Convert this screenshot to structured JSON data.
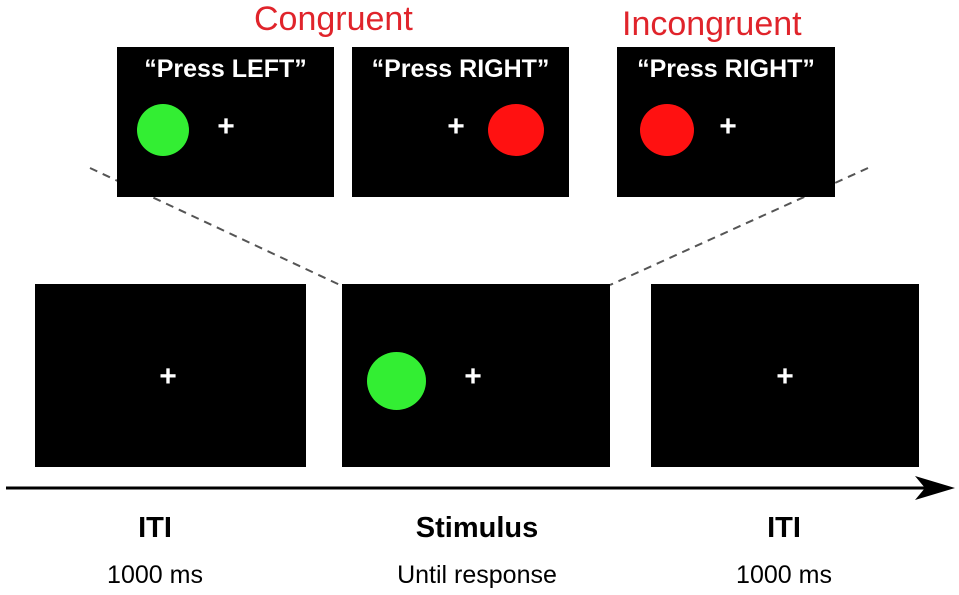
{
  "conditions": {
    "congruent_label": "Congruent",
    "incongruent_label": "Incongruent"
  },
  "examples": [
    {
      "instruction": "“Press LEFT”",
      "circle_color": "#33ee33",
      "circle_side": "left"
    },
    {
      "instruction": "“Press RIGHT”",
      "circle_color": "#ff1111",
      "circle_side": "right"
    },
    {
      "instruction": "“Press RIGHT”",
      "circle_color": "#ff1111",
      "circle_side": "left"
    }
  ],
  "fixation_symbol": "+",
  "timeline": [
    {
      "title": "ITI",
      "duration": "1000 ms"
    },
    {
      "title": "Stimulus",
      "duration": "Until response",
      "circle_color": "#33ee33"
    },
    {
      "title": "ITI",
      "duration": "1000 ms"
    }
  ],
  "colors": {
    "screen": "#000000",
    "condition_text": "#e0242b",
    "green": "#33ee33",
    "red": "#ff1111"
  }
}
